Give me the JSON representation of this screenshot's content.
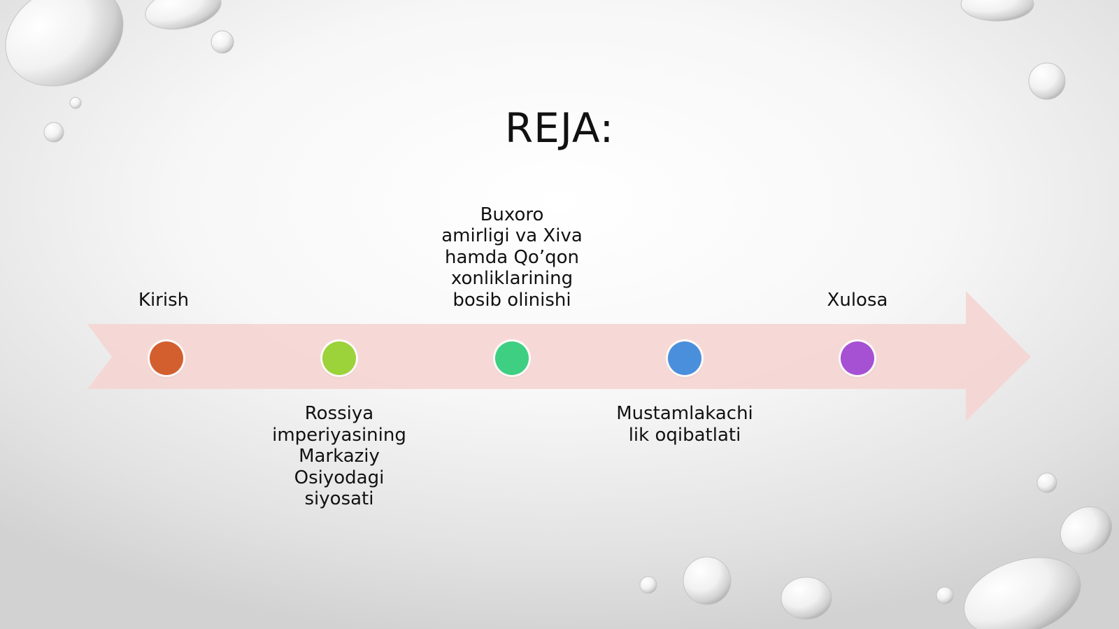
{
  "slide": {
    "title": "REJA:"
  },
  "timeline": {
    "arrow_color": "#f5d5d2",
    "items": [
      {
        "label": "Kirish",
        "color": "#d35f2f",
        "position": "above"
      },
      {
        "label": "Rossiya\nimperiyasining\nMarkaziy\nOsiyodagi\nsiyosati",
        "color": "#9cd23a",
        "position": "below"
      },
      {
        "label": "Buxoro\namirligi va Xiva\nhamda Qo’qon\nxonliklarining\nbosib olinishi",
        "color": "#3ecf82",
        "position": "above"
      },
      {
        "label": "Mustamlakachi\nlik oqibatlati",
        "color": "#4a8fdc",
        "position": "below"
      },
      {
        "label": "Xulosa",
        "color": "#a650d4",
        "position": "above"
      }
    ]
  }
}
